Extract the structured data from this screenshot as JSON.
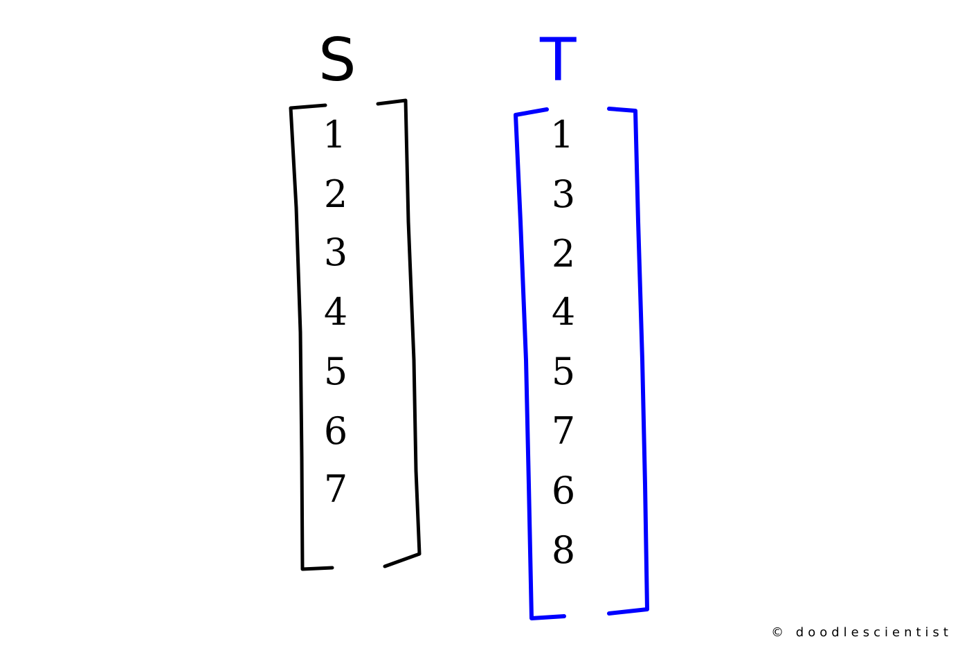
{
  "vector_s": {
    "label": "S",
    "color": "#000000",
    "items": [
      "1",
      "2",
      "3",
      "4",
      "5",
      "6",
      "7"
    ]
  },
  "vector_t": {
    "label": "T",
    "color": "#0000ff",
    "items": [
      "1",
      "3",
      "2",
      "4",
      "5",
      "7",
      "6",
      "8"
    ]
  },
  "credit": "© doodlescientist"
}
